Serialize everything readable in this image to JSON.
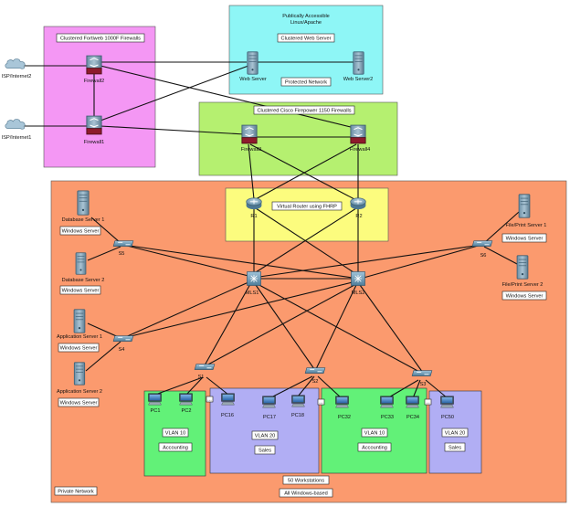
{
  "colors": {
    "fortiweb_zone": "#f497f4",
    "web_zone": "#8ef6f6",
    "firepower_zone": "#b5f070",
    "private_zone": "#fb9a6e",
    "router_zone": "#fcfc7e",
    "vlan10_zone": "#62f178",
    "vlan20_zone": "#b1aef4"
  },
  "zones": {
    "fortiweb": {
      "title": "Clustered Fortiweb 1000F Firewalls"
    },
    "web": {
      "title_line1": "Publically Accessible",
      "title_line2": "Linux/Apache",
      "subtitle": "Clustered Web Server",
      "footer": "Protected Network"
    },
    "firepower": {
      "title": "Clustered Cisco Firepower 1150 Firewalls"
    },
    "router": {
      "title": "Virtual Router using FHRP"
    },
    "private": {
      "label": "Private Network",
      "footer_line1": "50 Workstations",
      "footer_line2": "All Windows-based"
    }
  },
  "vlans": {
    "v10a": {
      "name": "VLAN 10",
      "dept": "Accounting"
    },
    "v20a": {
      "name": "VLAN 20",
      "dept": "Sales"
    },
    "v10b": {
      "name": "VLAN 10",
      "dept": "Accounting"
    },
    "v20b": {
      "name": "VLAN 20",
      "dept": "Sales"
    }
  },
  "devices": {
    "isp2": "ISP/Internet2",
    "isp1": "ISP/Internet1",
    "firewall1": "Firewall1",
    "firewall2": "Firewall2",
    "firewall3": "Firewall3",
    "firewall4": "Firewall4",
    "web1": "Web Server",
    "web2": "Web Server2",
    "r1": "R1",
    "r2": "R2",
    "mls1": "MLS1",
    "mls2": "MLS2",
    "s1": "S1",
    "s2": "S2",
    "s3": "S3",
    "s4": "S4",
    "s5": "S5",
    "s6": "S6",
    "db1": "Database Server 1",
    "db2": "Database Server 2",
    "app1": "Application Server 1",
    "app2": "Application Server 2",
    "fp1": "File/Print Server 1",
    "fp2": "File/Print Server 2",
    "pc1": "PC1",
    "pc2": "PC2",
    "pc16": "PC16",
    "pc17": "PC17",
    "pc18": "PC18",
    "pc32": "PC32",
    "pc33": "PC33",
    "pc34": "PC34",
    "pc50": "PC50"
  },
  "os_tags": {
    "db1": "Windows Server",
    "db2": "Windows Server",
    "app1": "Windows Server",
    "app2": "Windows Server",
    "fp1": "Windows Server",
    "fp2": "Windows Server"
  },
  "ellipsis": "..."
}
